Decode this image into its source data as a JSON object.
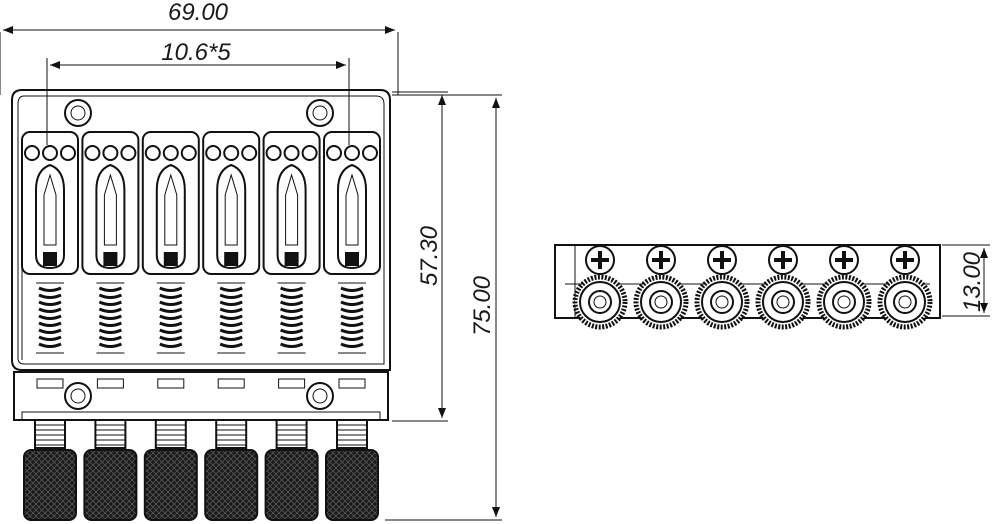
{
  "dimensions": {
    "overall_width": "69.00",
    "string_spacing": "10.6*5",
    "body_height": "57.30",
    "overall_height": "75.00",
    "side_height": "13.00"
  },
  "saddle_count": 6,
  "colors": {
    "line": "#111111",
    "knob": "#1a1a1a",
    "background": "#ffffff"
  }
}
